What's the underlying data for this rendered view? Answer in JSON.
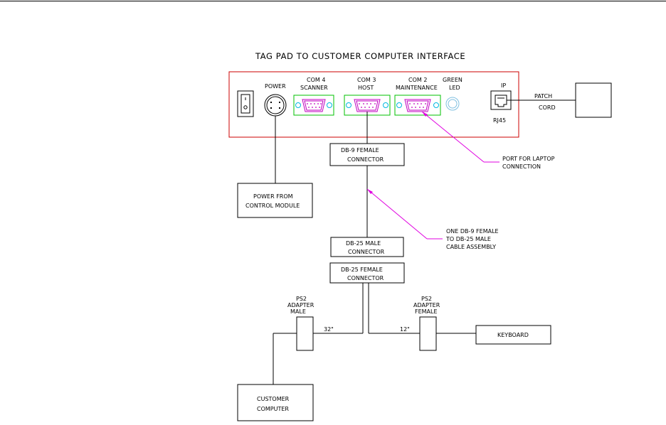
{
  "title": "TAG PAD TO CUSTOMER COMPUTER INTERFACE",
  "panel": {
    "power_label": "POWER",
    "com4": [
      "COM 4",
      "SCANNER"
    ],
    "com3": [
      "COM 3",
      "HOST"
    ],
    "com2": [
      "COM 2",
      "MAINTENANCE"
    ],
    "green_led": [
      "GREEN",
      "LED"
    ],
    "ip_label": "IP",
    "rj45_label": "RJ45"
  },
  "patch_cord": [
    "PATCH",
    "CORD"
  ],
  "boxes": {
    "db9_female": [
      "DB-9 FEMALE",
      "CONNECTOR"
    ],
    "power_from": [
      "POWER FROM",
      "CONTROL MODULE"
    ],
    "db25_male": [
      "DB-25 MALE",
      "CONNECTOR"
    ],
    "db25_female": [
      "DB-25 FEMALE",
      "CONNECTOR"
    ],
    "keyboard": "KEYBOARD",
    "customer_computer": [
      "CUSTOMER",
      "COMPUTER"
    ]
  },
  "annotations": {
    "laptop_port": [
      "PORT FOR LAPTOP",
      "CONNECTION"
    ],
    "cable_assembly": [
      "ONE DB-9 FEMALE",
      "TO DB-25 MALE",
      "CABLE ASSEMBLY"
    ]
  },
  "ps2_male": [
    "PS2",
    "ADAPTER",
    "MALE"
  ],
  "ps2_female": [
    "PS2",
    "ADAPTER",
    "FEMALE"
  ],
  "lengths": {
    "male_cable": "32\"",
    "female_cable": "12\""
  },
  "colors": {
    "panel_border": "#cc0000",
    "connector": "#c000c0",
    "shield": "#00c000",
    "screw": "#00b8e0",
    "leader": "#e000e0"
  }
}
